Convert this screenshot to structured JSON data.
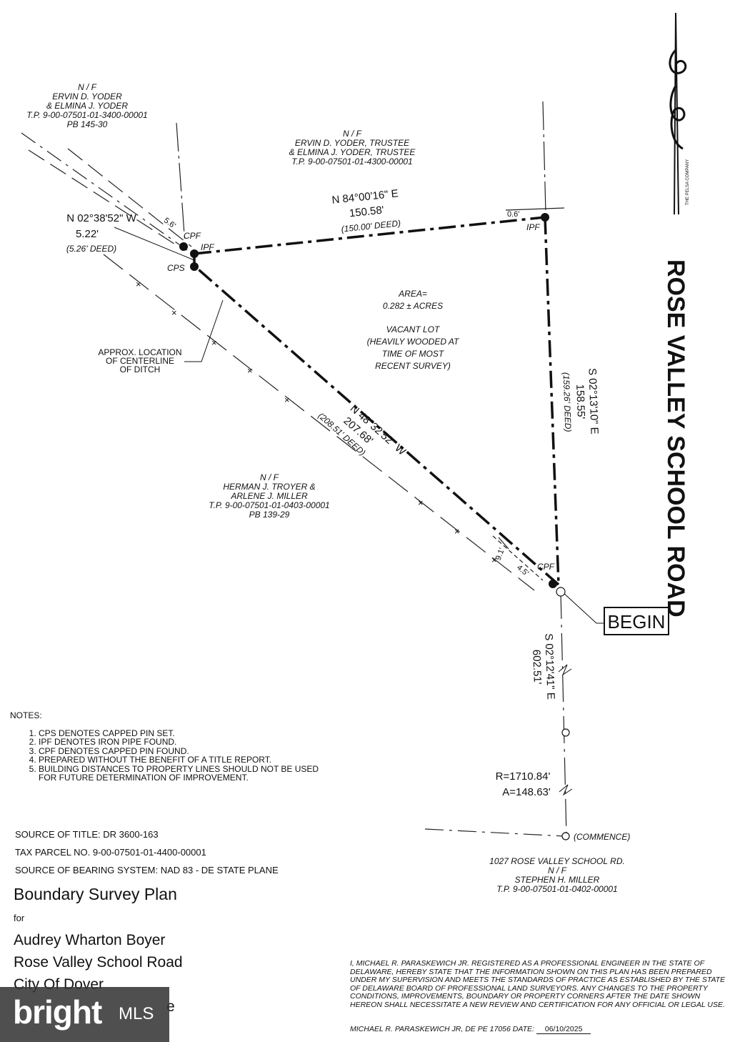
{
  "road_name": "ROSE VALLEY SCHOOL ROAD",
  "compass_caption": "THE PELSA COMPANY",
  "owners": {
    "yoder_nw": [
      "N / F",
      "ERVIN D. YODER",
      "& ELMINA J. YODER",
      "T.P. 9-00-07501-01-3400-00001",
      "PB 145-30"
    ],
    "yoder_trustee": [
      "N / F",
      "ERVIN D. YODER, TRUSTEE",
      "& ELMINA J. YODER, TRUSTEE",
      "T.P. 9-00-07501-01-4300-00001"
    ],
    "troyer": [
      "N / F",
      "HERMAN J. TROYER &",
      "ARLENE J. MILLER",
      "T.P. 9-00-07501-01-0403-00001",
      "PB 139-29"
    ],
    "miller": [
      "1027 ROSE VALLEY SCHOOL RD.",
      "N / F",
      "STEPHEN H. MILLER",
      "T.P. 9-00-07501-01-0402-00001"
    ]
  },
  "area": [
    "AREA=",
    "0.282 ± ACRES",
    "VACANT LOT",
    "(HEAVILY WOODED AT",
    "TIME OF MOST",
    "RECENT SURVEY)"
  ],
  "ditch_note": [
    "APPROX. LOCATION",
    "OF CENTERLINE",
    "OF DITCH"
  ],
  "courses": {
    "north": {
      "bearing": "N 84°00'16\" E",
      "distance": "150.58'",
      "deed": "(150.00' DEED)"
    },
    "west_short": {
      "bearing": "N 02°38'52\" W",
      "distance": "5.22'",
      "deed": "(5.26' DEED)"
    },
    "southwest": {
      "bearing": "N 48°32'52\" W",
      "distance": "207.68'",
      "deed": "(208.51' DEED)"
    },
    "east": {
      "bearing": "S 02°13'10\" E",
      "distance": "158.55'",
      "deed": "(159.26' DEED)"
    },
    "road": {
      "bearing": "S 02°12'41\" E",
      "distance": "602.51'"
    },
    "curve": {
      "radius": "R=1710.84'",
      "arc": "A=148.63'"
    }
  },
  "offsets": {
    "nw": "5.6'",
    "ne": "0.6'",
    "se1": "9.1'",
    "se2": "4.5'"
  },
  "monuments": {
    "cpf": "CPF",
    "ipf": "IPF",
    "cps": "CPS"
  },
  "begin_label": "BEGIN",
  "commence_label": "(COMMENCE)",
  "notes": {
    "heading": "NOTES:",
    "items": [
      "CPS DENOTES CAPPED PIN SET.",
      "IPF DENOTES IRON PIPE FOUND.",
      "CPF DENOTES CAPPED PIN FOUND.",
      "PREPARED WITHOUT THE BENEFIT OF A TITLE REPORT.",
      "BUILDING DISTANCES TO PROPERTY LINES SHOULD NOT BE USED FOR FUTURE DETERMINATION OF IMPROVEMENT."
    ]
  },
  "info": {
    "source_of_title": "SOURCE OF TITLE: DR 3600-163",
    "tax_parcel": "TAX PARCEL NO. 9-00-07501-01-4400-00001",
    "bearing_system": "SOURCE OF BEARING SYSTEM: NAD 83 - DE STATE PLANE"
  },
  "title_block": {
    "title": "Boundary Survey Plan",
    "for": "for",
    "client": "Audrey Wharton Boyer",
    "road": "Rose Valley School Road",
    "city": "City Of Dover",
    "partial": "e"
  },
  "certification": {
    "text": "I, MICHAEL R. PARASKEWICH JR. REGISTERED AS A PROFESSIONAL ENGINEER IN THE STATE OF DELAWARE, HEREBY STATE THAT THE INFORMATION SHOWN ON THIS PLAN HAS BEEN PREPARED UNDER MY SUPERVISION AND MEETS THE STANDARDS OF PRACTICE AS ESTABLISHED BY THE STATE OF DELAWARE BOARD OF PROFESSIONAL LAND SURVEYORS. ANY CHANGES TO THE PROPERTY CONDITIONS, IMPROVEMENTS, BOUNDARY OR PROPERTY CORNERS AFTER THE DATE SHOWN HEREON SHALL NECESSITATE A NEW REVIEW AND CERTIFICATION FOR ANY OFFICIAL OR LEGAL USE.",
    "signer": "MICHAEL R. PARASKEWICH JR, DE PE 17056",
    "date_label": "DATE:",
    "date": "06/10/2025"
  },
  "watermark": {
    "brand": "bright",
    "mls": "MLS"
  }
}
